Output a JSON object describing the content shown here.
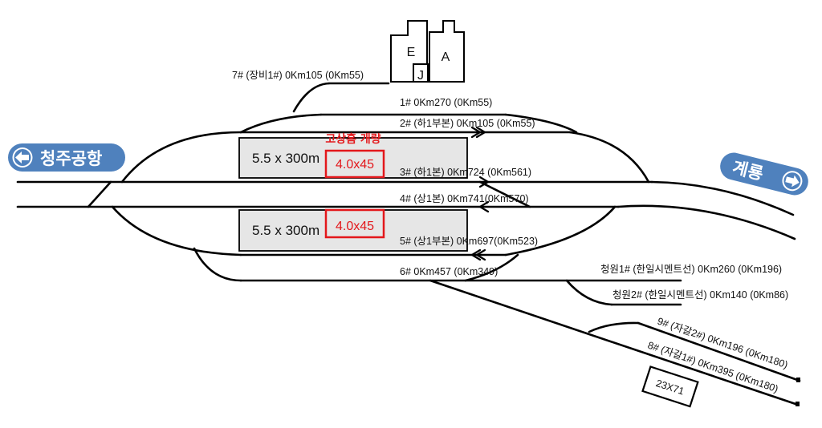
{
  "destinations": {
    "left": {
      "label": "청주공항",
      "icon": "arrow-left-icon"
    },
    "right": {
      "label": "계룡",
      "icon": "arrow-right-icon"
    }
  },
  "buildings": {
    "E": "E",
    "A": "A",
    "J": "J"
  },
  "platforms": [
    {
      "size": "5.5 x 300m",
      "highlight": "4.0x45"
    },
    {
      "size": "5.5 x 300m",
      "highlight": "4.0x45"
    }
  ],
  "highlight_title": "고상홈 개량",
  "tracks": [
    {
      "id": "7",
      "label": "7# (장비1#) 0Km105 (0Km55)"
    },
    {
      "id": "1",
      "label": "1# 0Km270 (0Km55)"
    },
    {
      "id": "2",
      "label": "2# (하1부본) 0Km105 (0Km55)"
    },
    {
      "id": "3",
      "label": "3# (하1본) 0Km724 (0Km561)"
    },
    {
      "id": "4",
      "label": "4# (상1본) 0Km741(0Km570)"
    },
    {
      "id": "5",
      "label": "5# (상1부본) 0Km697(0Km523)"
    },
    {
      "id": "6",
      "label": "6# 0Km457 (0Km349)"
    },
    {
      "id": "cw1",
      "label": "청원1# (한일시멘트선) 0Km260 (0Km196)"
    },
    {
      "id": "cw2",
      "label": "청원2# (한일시멘트선) 0Km140 (0Km86)"
    },
    {
      "id": "9",
      "label": "9# (자갈2#) 0Km196 (0Km180)"
    },
    {
      "id": "8",
      "label": "8# (자갈1#) 0Km395 (0Km180)"
    }
  ],
  "yard_box": "23X71",
  "colors": {
    "badge": "#4f81bd",
    "highlight": "#e3171b",
    "platform": "#e6e6e6"
  }
}
